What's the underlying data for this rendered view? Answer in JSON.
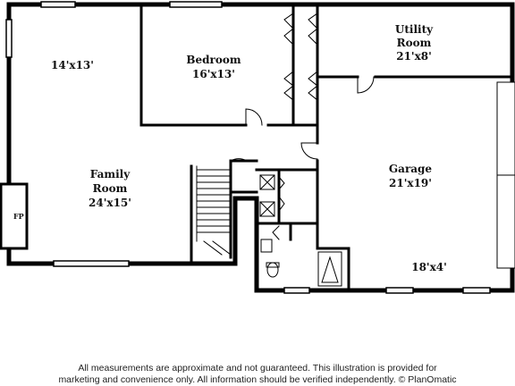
{
  "rooms": {
    "family_room": {
      "name_line1": "Family",
      "name_line2": "Room",
      "size": "24'x15'"
    },
    "nook": {
      "size": "14'x13'"
    },
    "bedroom": {
      "name": "Bedroom",
      "size": "16'x13'"
    },
    "utility_room": {
      "name_line1": "Utility",
      "name_line2": "Room",
      "size": "21'x8'"
    },
    "garage": {
      "name": "Garage",
      "size": "21'x19'"
    },
    "garage_extension": {
      "size": "18'x4'"
    },
    "fireplace": {
      "label": "FP"
    }
  },
  "disclaimer": {
    "line1": "All measurements are approximate and not guaranteed. This illustration is provided for",
    "line2": "marketing and convenience only. All information should be verified independently. © PlanOmatic"
  }
}
